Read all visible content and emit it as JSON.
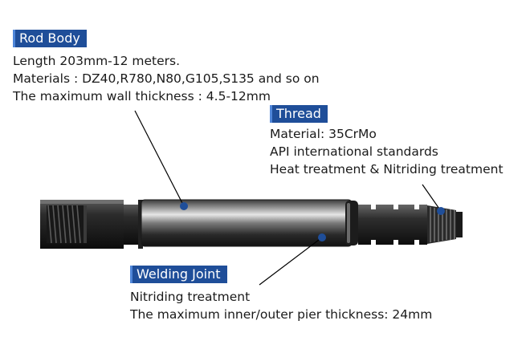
{
  "rod_body": {
    "title": "Rod Body",
    "lines": [
      "Length 203mm-12 meters.",
      "Materials : DZ40,R780,N80,G105,S135 and so on",
      "The maximum wall thickness : 4.5-12mm"
    ]
  },
  "thread": {
    "title": "Thread",
    "lines": [
      "Material: 35CrMo",
      "API international standards",
      "Heat treatment & Nitriding treatment"
    ]
  },
  "welding_joint": {
    "title": "Welding Joint",
    "lines": [
      "Nitriding treatment",
      "The maximum inner/outer pier thickness: 24mm"
    ]
  },
  "colors": {
    "badge": "#1f4e99",
    "marker": "#1f4e99"
  }
}
